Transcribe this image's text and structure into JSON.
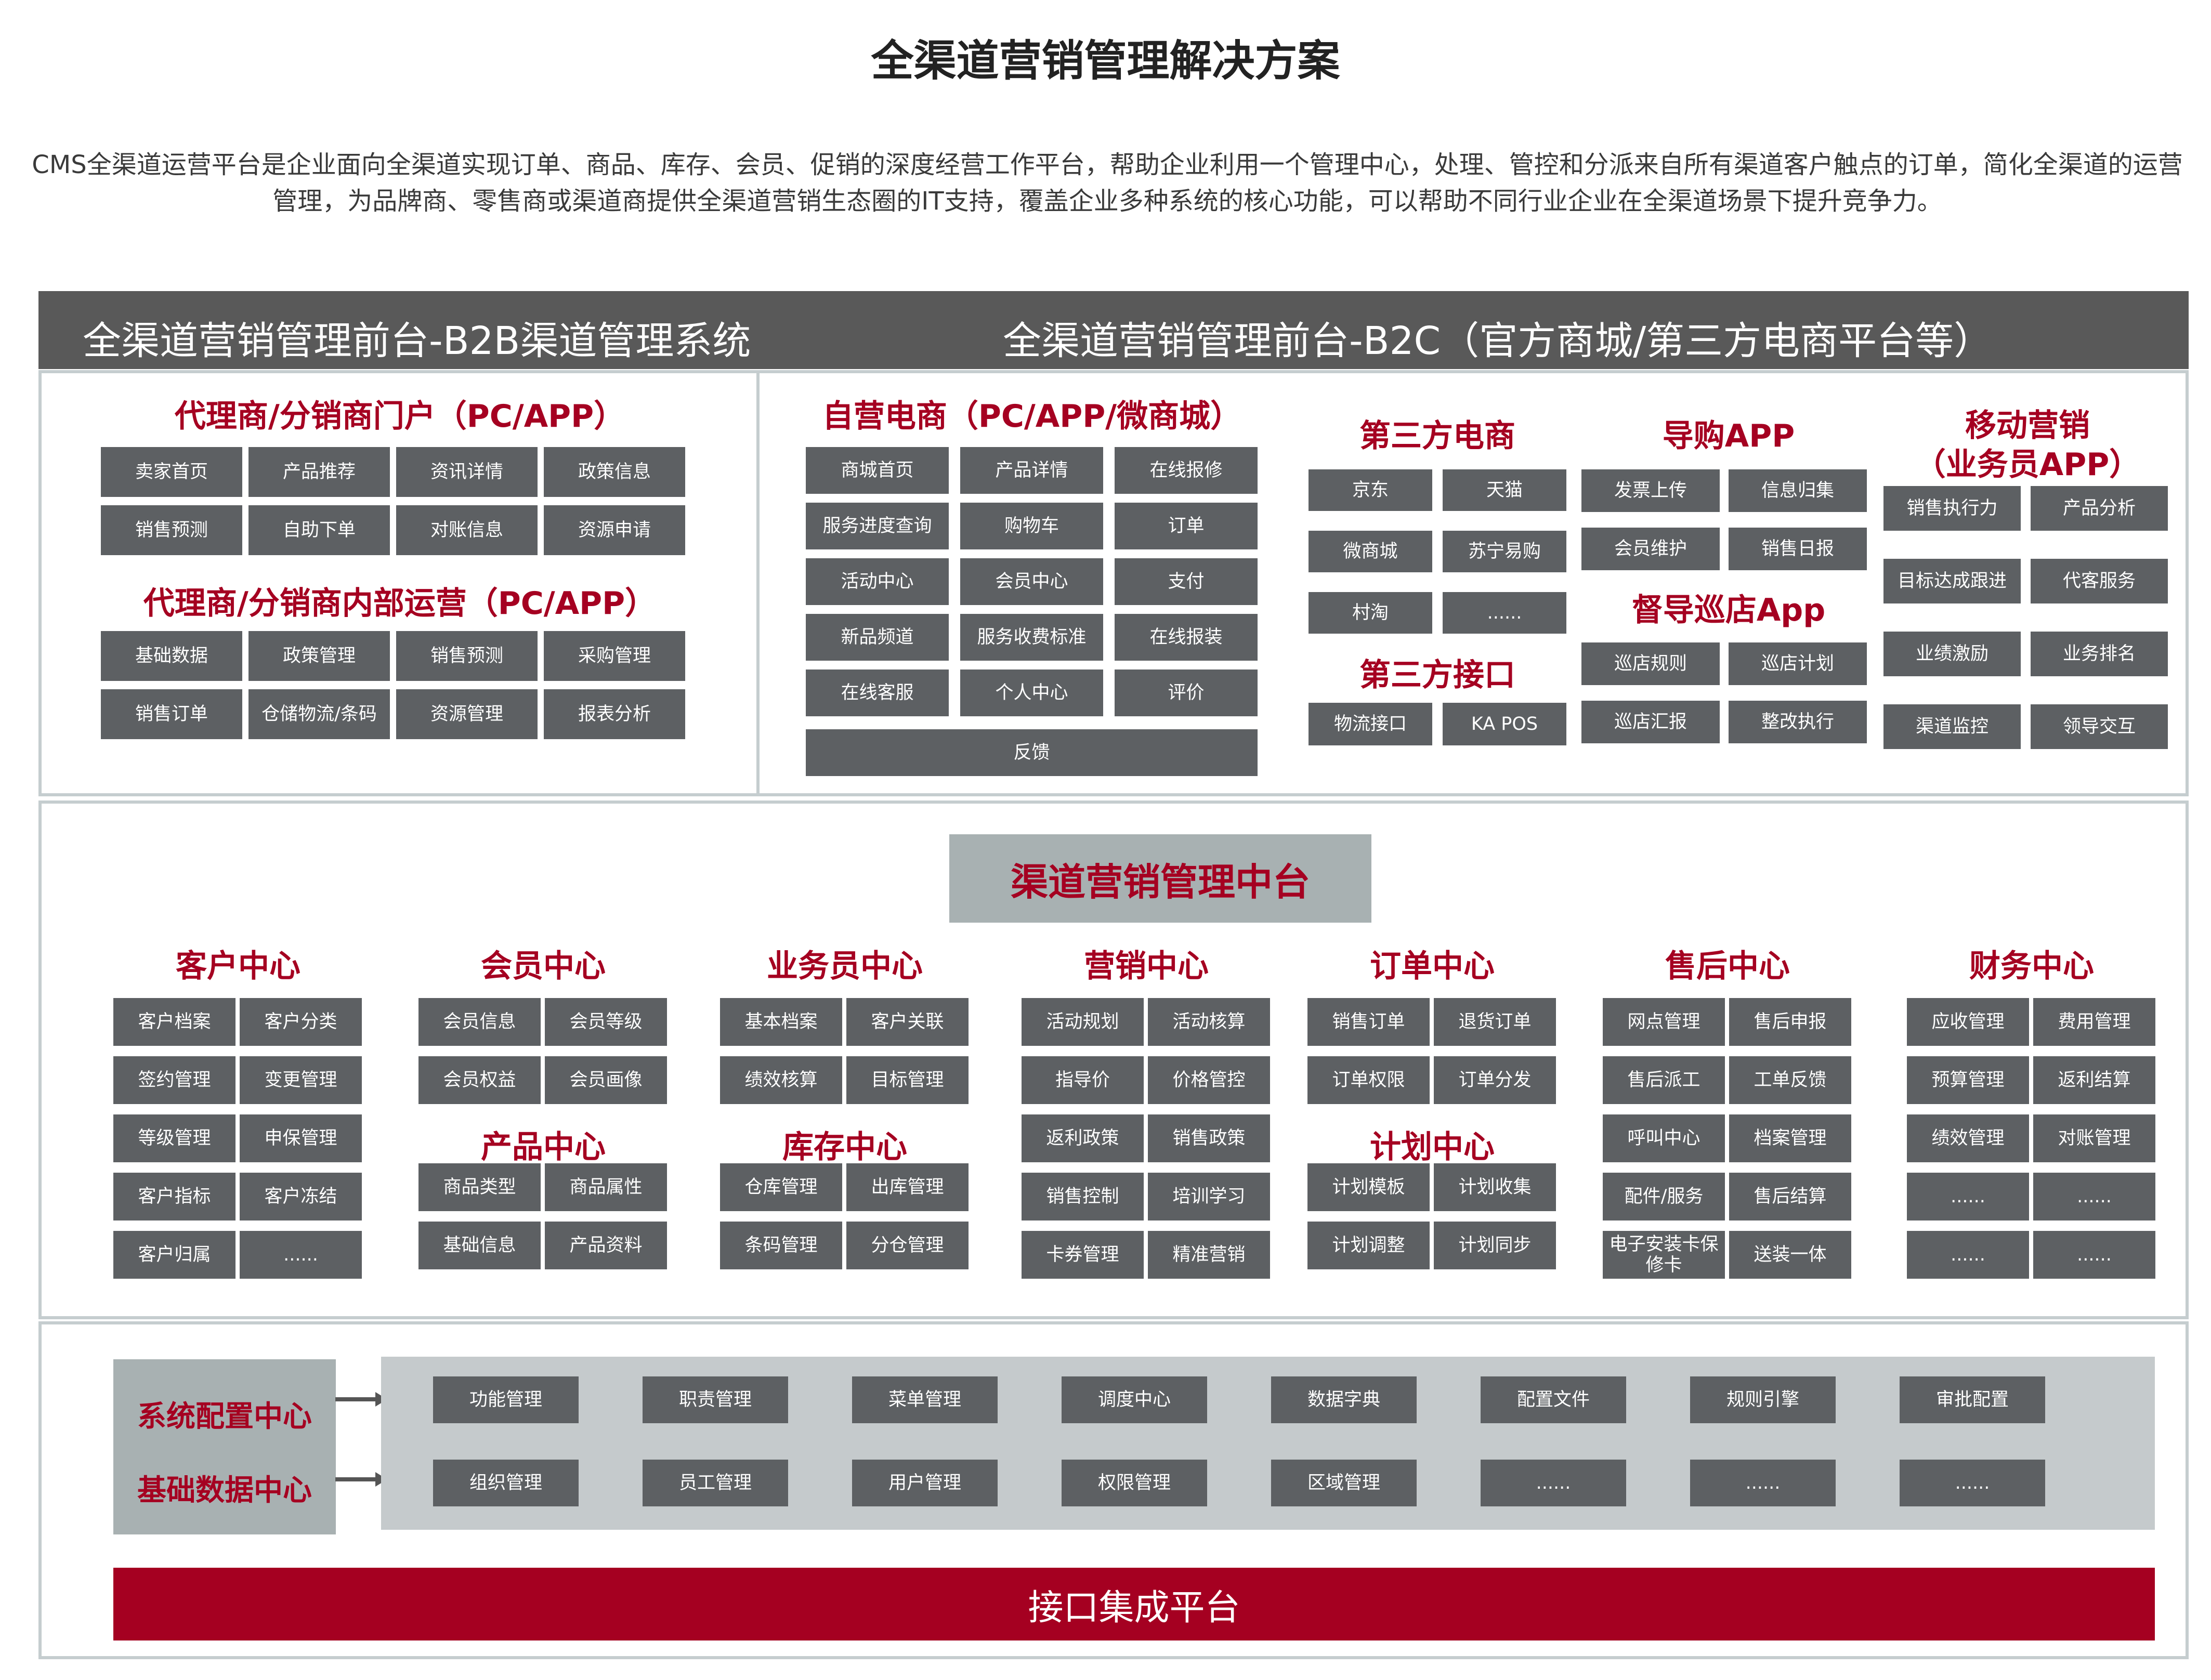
{
  "title": "全渠道营销管理解决方案",
  "intro": "CMS全渠道运营平台是企业面向全渠道实现订单、商品、库存、会员、促销的深度经营工作平台，帮助企业利用一个管理中心，处理、管控和分派来自所有渠道客户触点的订单，简化全渠道的运营管理，为品牌商、零售商或渠道商提供全渠道营销生态圈的IT支持，覆盖企业多种系统的核心功能，可以帮助不同行业企业在全渠道场景下提升竞争力。",
  "front": {
    "b2b_title": "全渠道营销管理前台-B2B渠道管理系统",
    "b2c_title": "全渠道营销管理前台-B2C（官方商城/第三方电商平台等）"
  },
  "b2b": {
    "portal": {
      "title": "代理商/分销商门户（PC/APP）",
      "items": [
        "卖家首页",
        "产品推荐",
        "资讯详情",
        "政策信息",
        "销售预测",
        "自助下单",
        "对账信息",
        "资源申请"
      ]
    },
    "internal": {
      "title": "代理商/分销商内部运营（PC/APP）",
      "items": [
        "基础数据",
        "政策管理",
        "销售预测",
        "采购管理",
        "销售订单",
        "仓储物流/条码",
        "资源管理",
        "报表分析"
      ]
    }
  },
  "b2c": {
    "ecommerce": {
      "title": "自营电商（PC/APP/微商城）",
      "items": [
        "商城首页",
        "产品详情",
        "在线报修",
        "服务进度查询",
        "购物车",
        "订单",
        "活动中心",
        "会员中心",
        "支付",
        "新品频道",
        "服务收费标准",
        "在线报装",
        "在线客服",
        "个人中心",
        "评价"
      ],
      "wide_item": "反馈"
    },
    "third_party": {
      "title": "第三方电商",
      "items": [
        "京东",
        "天猫",
        "微商城",
        "苏宁易购",
        "村淘",
        "......"
      ]
    },
    "third_interface": {
      "title": "第三方接口",
      "items": [
        "物流接口",
        "KA  POS"
      ]
    },
    "guide_app": {
      "title": "导购APP",
      "items": [
        "发票上传",
        "信息归集",
        "会员维护",
        "销售日报"
      ]
    },
    "patrol_app": {
      "title": "督导巡店App",
      "items": [
        "巡店规则",
        "巡店计划",
        "巡店汇报",
        "整改执行"
      ]
    },
    "mobile": {
      "title_line1": "移动营销",
      "title_line2": "（业务员APP）",
      "items": [
        "销售执行力",
        "产品分析",
        "目标达成跟进",
        "代客服务",
        "业绩激励",
        "业务排名",
        "渠道监控",
        "领导交互"
      ]
    }
  },
  "middle": {
    "title": "渠道营销管理中台",
    "customer": {
      "title": "客户中心",
      "items": [
        "客户档案",
        "客户分类",
        "签约管理",
        "变更管理",
        "等级管理",
        "申保管理",
        "客户指标",
        "客户冻结",
        "客户归属",
        "......"
      ]
    },
    "member": {
      "title": "会员中心",
      "items": [
        "会员信息",
        "会员等级",
        "会员权益",
        "会员画像"
      ]
    },
    "product": {
      "title": "产品中心",
      "items": [
        "商品类型",
        "商品属性",
        "基础信息",
        "产品资料"
      ]
    },
    "sales": {
      "title": "业务员中心",
      "items": [
        "基本档案",
        "客户关联",
        "绩效核算",
        "目标管理"
      ]
    },
    "inventory": {
      "title": "库存中心",
      "items": [
        "仓库管理",
        "出库管理",
        "条码管理",
        "分仓管理"
      ]
    },
    "marketing": {
      "title": "营销中心",
      "items": [
        "活动规划",
        "活动核算",
        "指导价",
        "价格管控",
        "返利政策",
        "销售政策",
        "销售控制",
        "培训学习",
        "卡券管理",
        "精准营销"
      ]
    },
    "order": {
      "title": "订单中心",
      "items": [
        "销售订单",
        "退货订单",
        "订单权限",
        "订单分发"
      ]
    },
    "plan": {
      "title": "计划中心",
      "items": [
        "计划模板",
        "计划收集",
        "计划调整",
        "计划同步"
      ]
    },
    "aftersale": {
      "title": "售后中心",
      "items": [
        "网点管理",
        "售后申报",
        "售后派工",
        "工单反馈",
        "呼叫中心",
        "档案管理",
        "配件/服务",
        "售后结算",
        "电子安装卡保修卡",
        "送装一体"
      ]
    },
    "finance": {
      "title": "财务中心",
      "items": [
        "应收管理",
        "费用管理",
        "预算管理",
        "返利结算",
        "绩效管理",
        "对账管理",
        "......",
        "......",
        "......",
        "......"
      ]
    }
  },
  "backend": {
    "sys_config": "系统配置中心",
    "base_data": "基础数据中心",
    "row1": [
      "功能管理",
      "职责管理",
      "菜单管理",
      "调度中心",
      "数据字典",
      "配置文件",
      "规则引擎",
      "审批配置"
    ],
    "row2": [
      "组织管理",
      "员工管理",
      "用户管理",
      "权限管理",
      "区域管理",
      "......",
      "......",
      "......"
    ],
    "integration": "接口集成平台"
  },
  "colors": {
    "accent_red": "#a50021",
    "box_gray": "#5d6063",
    "bar_gray": "#595959",
    "panel_border": "#c5cdcf"
  }
}
